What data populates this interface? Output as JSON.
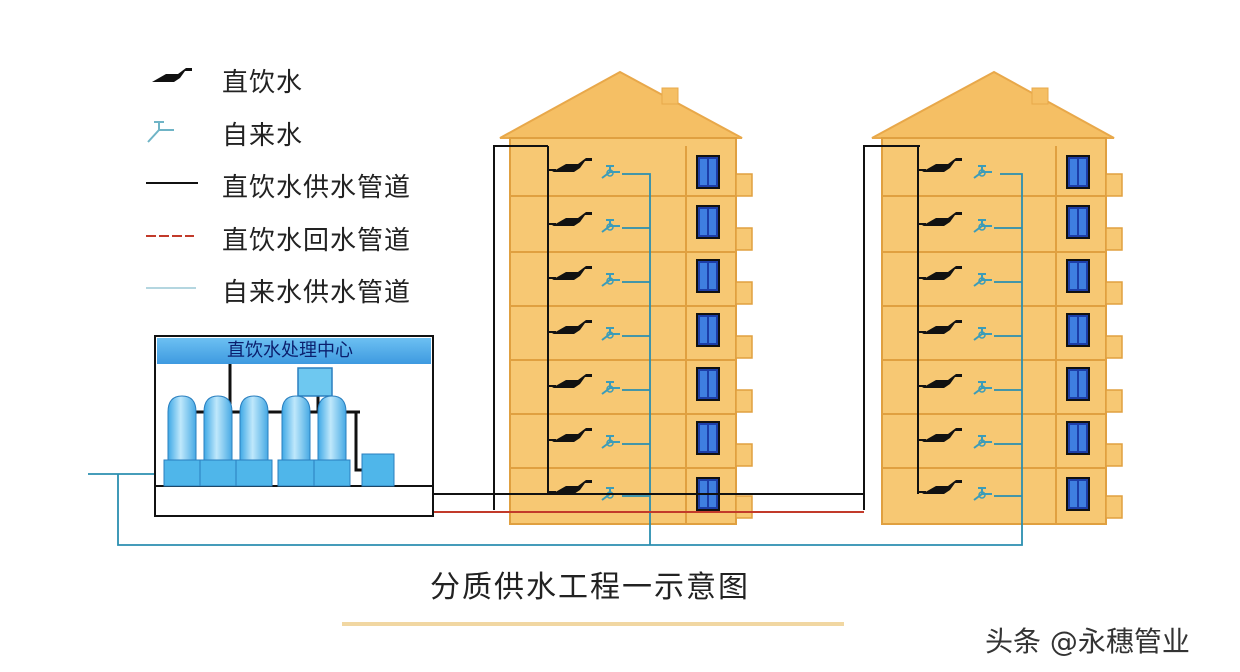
{
  "legend": {
    "items": [
      {
        "id": "direct-drink-tap",
        "label": "直饮水",
        "icon": "direct-drink-faucet-icon"
      },
      {
        "id": "tap-water-tap",
        "label": "自来水",
        "icon": "tap-water-faucet-icon"
      },
      {
        "id": "direct-supply-pipe",
        "label": "直饮水供水管道",
        "color": "#111111"
      },
      {
        "id": "direct-return-pipe",
        "label": "直饮水回水管道",
        "color": "#c23a2a"
      },
      {
        "id": "tap-supply-pipe",
        "label": "自来水供水管道",
        "color": "#6fb4c6"
      }
    ]
  },
  "treatment_center": {
    "title": "直饮水处理中心"
  },
  "caption": "分质供水工程一示意图",
  "watermark": "头条 @永穗管业",
  "colors": {
    "building": "#f7c873",
    "roof": "#f5bf64",
    "building_line": "#e0a040",
    "direct_pipe": "#111111",
    "return_pipe": "#c23a2a",
    "tap_pipe": "#2b8fb0",
    "tank_blue": "#6ec8f0",
    "header_blue": "#4aa8e8",
    "caption_line": "#f1d7a2"
  }
}
